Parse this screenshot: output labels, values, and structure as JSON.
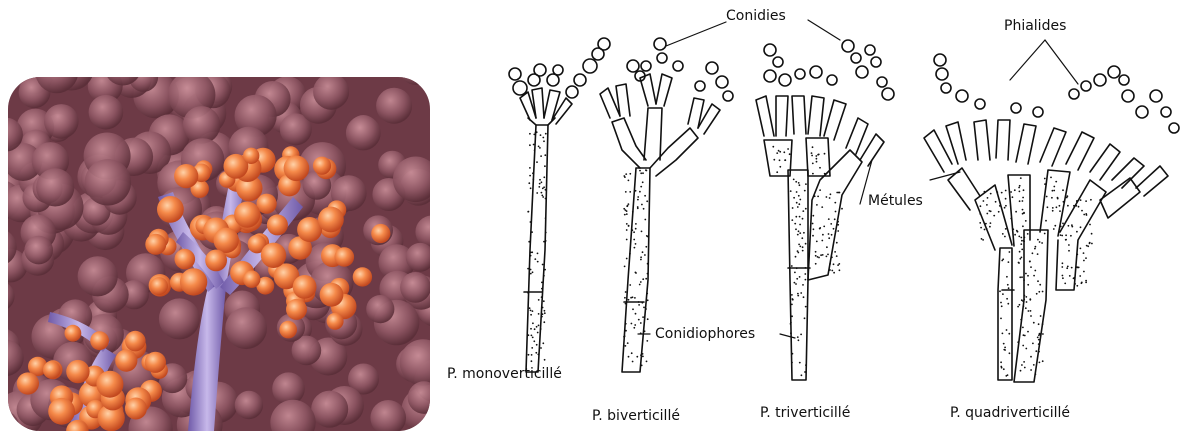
{
  "photo": {
    "description_icon": "sem-penicillium-photo",
    "colors": {
      "background": "#7d4a55",
      "spores": "#f07a3e",
      "stalk": "#9a86c8"
    }
  },
  "labels": {
    "conidies": "Conidies",
    "phialides": "Phialides",
    "metules": "Métules",
    "conidiophores": "Conidiophores",
    "mono": "P. monoverticillé",
    "bi": "P. biverticillé",
    "tri": "P. triverticillé",
    "quadri": "P. quadriverticillé"
  }
}
